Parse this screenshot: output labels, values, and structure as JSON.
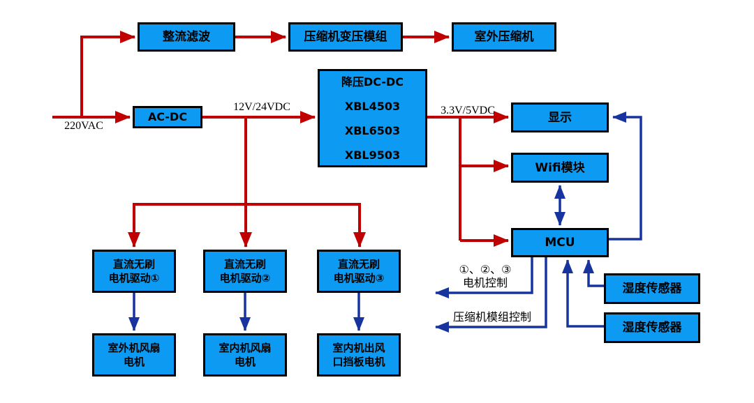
{
  "colors": {
    "box_fill": "#0d9af2",
    "box_border": "#000000",
    "power_wire": "#c00000",
    "signal_wire": "#16339e"
  },
  "nodes": {
    "rectifier_filter": {
      "lines": [
        "整流滤波"
      ]
    },
    "compressor_transformer": {
      "lines": [
        "压缩机变压模组"
      ]
    },
    "outdoor_compressor": {
      "lines": [
        "室外压缩机"
      ]
    },
    "ac_dc": {
      "lines": [
        "AC-DC"
      ]
    },
    "buck_dc_dc": {
      "lines": [
        "降压DC-DC",
        "XBL4503",
        "XBL6503",
        "XBL9503"
      ]
    },
    "display": {
      "lines": [
        "显示"
      ]
    },
    "wifi_module": {
      "lines": [
        "Wifi模块"
      ]
    },
    "mcu": {
      "lines": [
        "MCU"
      ]
    },
    "bldc_driver_1": {
      "lines": [
        "直流无刷",
        "电机驱动①"
      ]
    },
    "bldc_driver_2": {
      "lines": [
        "直流无刷",
        "电机驱动②"
      ]
    },
    "bldc_driver_3": {
      "lines": [
        "直流无刷",
        "电机驱动③"
      ]
    },
    "outdoor_fan_motor": {
      "lines": [
        "室外机风扇",
        "电机"
      ]
    },
    "indoor_fan_motor": {
      "lines": [
        "室内机风扇",
        "电机"
      ]
    },
    "indoor_outlet_baffle_motor": {
      "lines": [
        "室内机出风",
        "口挡板电机"
      ]
    },
    "humidity_sensor_1": {
      "lines": [
        "湿度传感器"
      ]
    },
    "humidity_sensor_2": {
      "lines": [
        "湿度传感器"
      ]
    }
  },
  "labels": {
    "mains_voltage": "220VAC",
    "bus_voltage": "12V/24VDC",
    "logic_voltage": "3.3V/5VDC",
    "motor_control_line1": "①、②、③",
    "motor_control_line2": "电机控制",
    "compressor_control": "压缩机模组控制"
  }
}
